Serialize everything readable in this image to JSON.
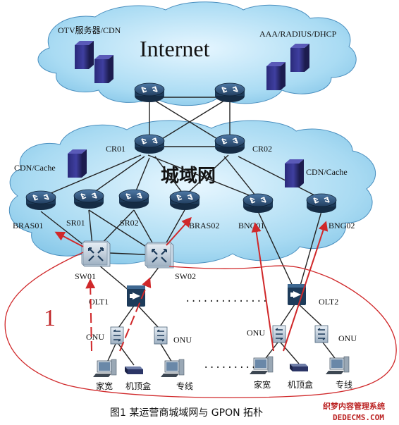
{
  "internet": {
    "title": "Internet",
    "left_label": "OTV服务器/CDN",
    "right_label": "AAA/RADIUS/DHCP"
  },
  "metro": {
    "title": "城域网",
    "cr01": "CR01",
    "cr02": "CR02",
    "cdn_left": "CDN/Cache",
    "cdn_right": "CDN/Cache",
    "bras01": "BRAS01",
    "sr01": "SR01",
    "sr02": "SR02",
    "bras02": "BRAS02",
    "bng01": "BNG01",
    "bng02": "BNG02"
  },
  "access": {
    "sw01": "SW01",
    "sw02": "SW02",
    "olt1": "OLT1",
    "olt2": "OLT2",
    "onu": "ONU",
    "dots_top": "··············",
    "dots_bottom": "·········",
    "home_broadband": "家宽",
    "set_top_box": "机顶盒",
    "leased_line": "专线",
    "region_numeral": "1"
  },
  "caption": "图1   某运营商城域网与 GPON 拓朴",
  "watermark": {
    "line1": "织梦内容管理系统",
    "line2": "DEDECMS.COM"
  },
  "colors": {
    "cloud_fill": "#9fd3ef",
    "router_body": "#1d3b5a",
    "annotation_red": "#d0282a"
  },
  "icons": [
    "router-icon",
    "server-icon",
    "switch-icon",
    "olt-icon",
    "onu-icon",
    "pc-icon",
    "settop-box-icon"
  ]
}
